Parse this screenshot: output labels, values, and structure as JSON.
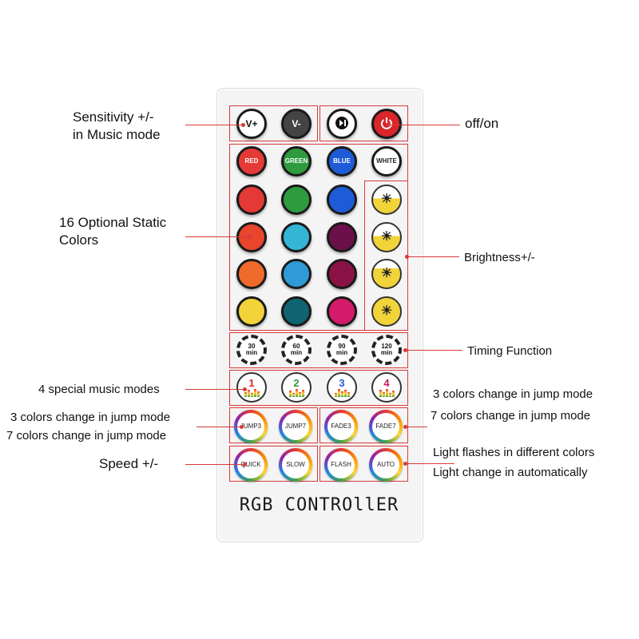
{
  "remote": {
    "brand": "RGB CONTROllER",
    "row_sensitivity": {
      "v_plus": "V+",
      "v_minus": "V-",
      "play_pause_icon": "play-pause-icon",
      "power_icon": "power-icon"
    },
    "row_named_colors": [
      "RED",
      "GREEN",
      "BLUE",
      "WHITE"
    ],
    "static_colors": [
      "#e53935",
      "#2e9b3f",
      "#1e5bd8",
      "#e8452c",
      "#33b6d6",
      "#6b1048",
      "#ef6b2c",
      "#2e9bd6",
      "#8a1244",
      "#f2d43a",
      "#0f6470",
      "#d41a6a"
    ],
    "brightness_icon": "bulb-icon",
    "timers": [
      {
        "value": "30",
        "unit": "min"
      },
      {
        "value": "60",
        "unit": "min"
      },
      {
        "value": "90",
        "unit": "min"
      },
      {
        "value": "120",
        "unit": "min"
      }
    ],
    "music_modes": [
      "1",
      "2",
      "3",
      "4"
    ],
    "mode_buttons": [
      "JUMP3",
      "JUMP7",
      "FADE3",
      "FADE7"
    ],
    "speed_buttons": [
      "QUICK",
      "SLOW",
      "FLASH",
      "AUTO"
    ]
  },
  "annotations": {
    "sensitivity": "Sensitivity +/-",
    "sensitivity_sub": "in Music mode",
    "offon": "off/on",
    "static_colors": "16 Optional Static",
    "static_colors_sub": "Colors",
    "brightness": "Brightness+/-",
    "timing": "Timing Function",
    "music_modes": "4 special music modes",
    "jump3": "3 colors change in jump mode",
    "jump7": "7 colors change in jump mode",
    "fade3": "3 colors change in jump mode",
    "fade7": "7 colors change in jump mode",
    "speed": "Speed +/-",
    "flash": "Light flashes in different colors",
    "auto": "Light change in automatically"
  },
  "colors": {
    "accent_line": "#d93a3a",
    "remote_body": "#f4f4f4"
  }
}
